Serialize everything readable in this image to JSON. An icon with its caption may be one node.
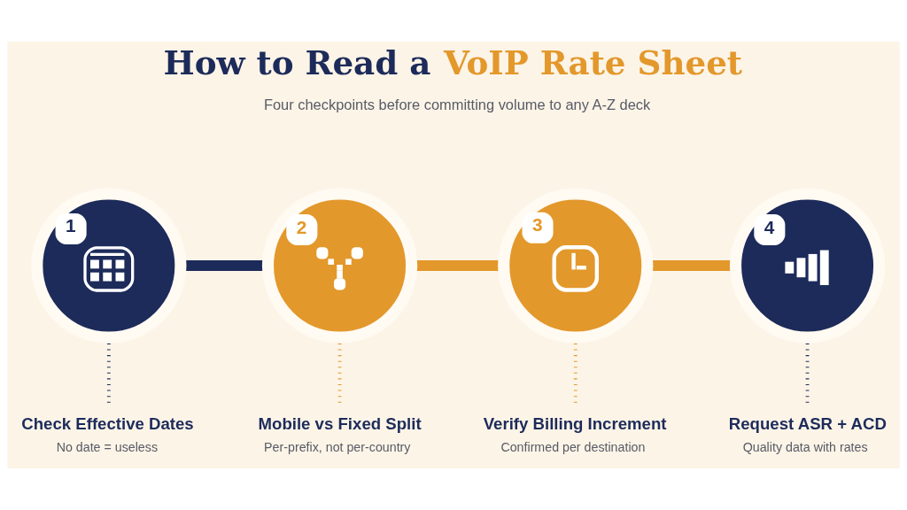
{
  "diagram": {
    "title": "How to Read a VoIP Rate Sheet",
    "nodes": [
      {
        "text": [
          "1"
        ]
      },
      {
        "text": [
          "2"
        ]
      },
      {
        "text": [
          "3"
        ]
      },
      {
        "text": [
          "4"
        ]
      },
      {
        "text": [
          "Check Effective Dates",
          "No date = useless"
        ]
      },
      {
        "text": [
          "Mobile vs Fixed Split",
          "Per-prefix, not per-country"
        ]
      },
      {
        "text": [
          "Verify Billing Increment",
          "Confirmed per destination"
        ]
      },
      {
        "text": [
          "Request ASR + ACD",
          "Quality data with rates"
        ]
      }
    ],
    "edges": [
      {
        "from": 0,
        "to": 1,
        "arrow": "none",
        "style": "thick",
        "color": "#1d2b5a"
      },
      {
        "from": 1,
        "to": 2,
        "arrow": "none",
        "style": "thick"
      },
      {
        "from": 2,
        "to": 3,
        "arrow": "none",
        "style": "thick"
      },
      {
        "from": 0,
        "to": 4,
        "arrow": "none",
        "style": "dashed",
        "color": "#1d2b5a"
      },
      {
        "from": 1,
        "to": 5,
        "arrow": "none",
        "style": "dashed"
      },
      {
        "from": 2,
        "to": 6,
        "arrow": "none",
        "style": "dashed"
      },
      {
        "from": 3,
        "to": 7,
        "arrow": "none",
        "style": "dashed",
        "color": "#1d2b5a"
      }
    ],
    "labels": [
      "Four checkpoints before committing volume to any A-Z deck"
    ]
  }
}
